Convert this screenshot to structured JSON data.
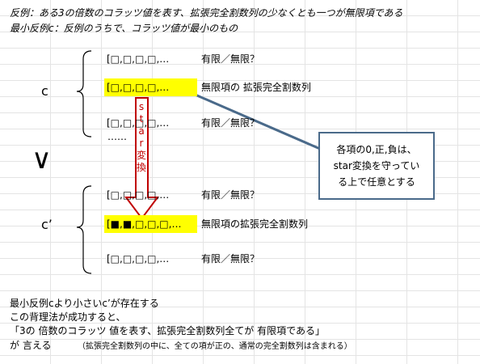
{
  "header": {
    "line1": "反例：ある3の倍数のコラッツ値を表す、拡張完全割数列の少なくとも一つが無限項である",
    "line2": "最小反例c：反例のうちで、コラッツ値が最小のもの"
  },
  "top_group": {
    "label": "c",
    "row1_seq": "[□,□,□,□,…",
    "row1_text": "有限／無限？",
    "row2_seq": "[□,□,□,□,…",
    "row2_text": "無限項の 拡張完全割数列",
    "row3_seq": "[□,□,□,□,…",
    "row3_text": "有限／無限？",
    "more": "……"
  },
  "compare_symbol": "∨",
  "bottom_group": {
    "label": "c’",
    "row1_seq": "[□,□,□,□,…",
    "row1_text": "有限／無限？",
    "row2_seq": "[■,■,□,□,□,…",
    "row2_text": "無限項の拡張完全割数列",
    "row3_seq": "[□,□,□,□,…",
    "row3_text": "有限／無限？"
  },
  "arrow_label": [
    "s",
    "t",
    "a",
    "r",
    "変",
    "換"
  ],
  "callout": {
    "line1": "各項の0,正,負は、",
    "line2": "star変換を守ってい",
    "line3": "る上で任意とする"
  },
  "footer": {
    "line1": "最小反例cより小さいc’が存在する",
    "line2": "この背理法が成功すると、",
    "line3": "「3の 倍数のコラッツ 値を表す、拡張完全割数列全てが 有限項である」",
    "line4a": "が 言える",
    "line4b": "（拡張完全割数列の中に、全ての項が正の、通常の完全割数列は含まれる）"
  },
  "colors": {
    "highlight": "#ffff00",
    "arrow": "#c00000",
    "connector": "#4a6a8a"
  }
}
